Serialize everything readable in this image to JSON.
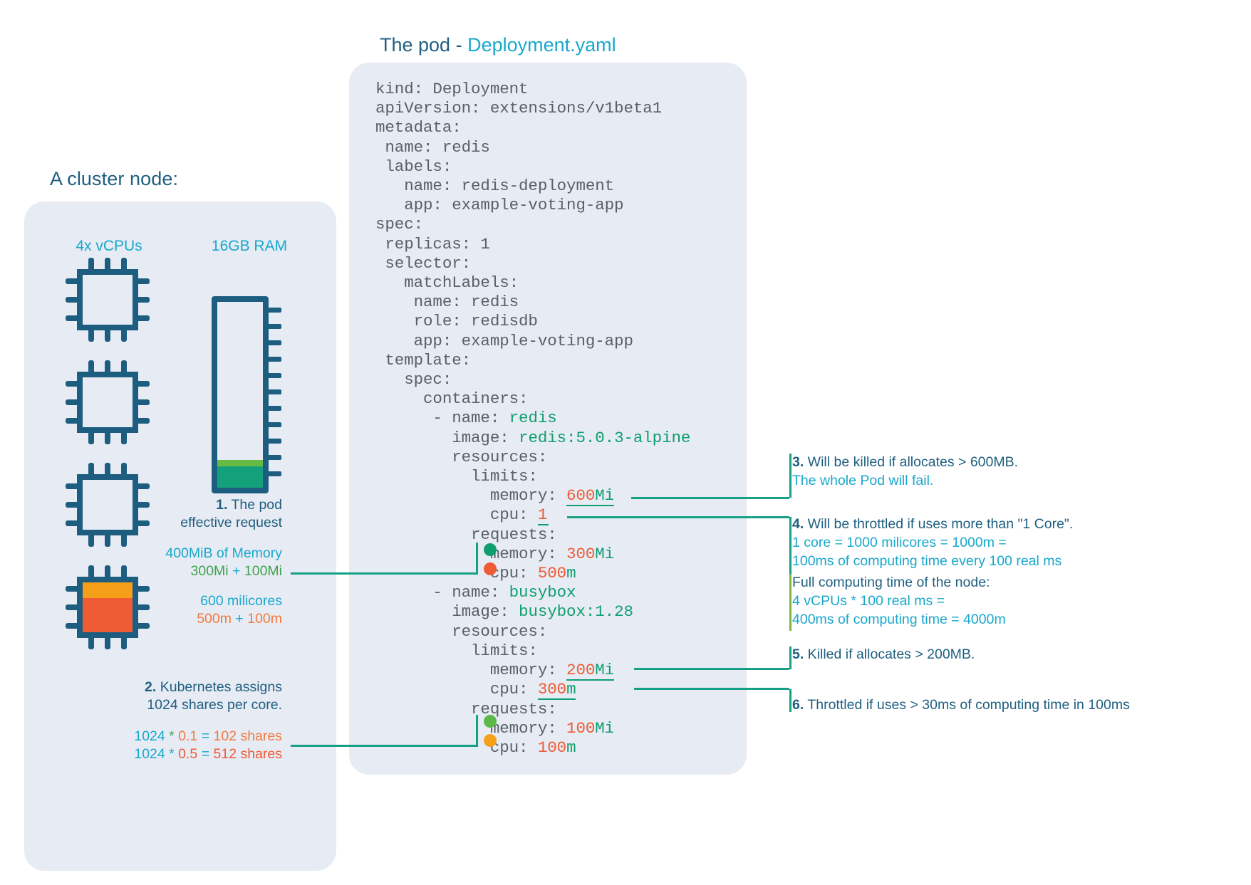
{
  "cluster": {
    "title": "A cluster node:",
    "vcpus_label": "4x vCPUs",
    "ram_label": "16GB RAM"
  },
  "left_annotations": {
    "item1_line1_num": "1.",
    "item1_line1": " The pod",
    "item1_line2": "effective request",
    "item1_mem_total": "400MiB of Memory",
    "item1_mem_a": "300Mi",
    "item1_mem_plus": " + ",
    "item1_mem_b": "100Mi",
    "item1_cpu_total": "600 milicores",
    "item1_cpu_a": "500m",
    "item1_cpu_plus": " + ",
    "item1_cpu_b": "100m",
    "item2_line1_num": "2.",
    "item2_line1": " Kubernetes assigns",
    "item2_line2": "1024 shares per core.",
    "item2_calc1_base": "1024",
    "item2_calc1_op": " * ",
    "item2_calc1_factor": "0.1",
    "item2_calc1_eq": " = ",
    "item2_calc1_result": "102 shares",
    "item2_calc2_base": "1024",
    "item2_calc2_op": " * ",
    "item2_calc2_factor": "0.5",
    "item2_calc2_eq": " = ",
    "item2_calc2_result": "512 shares"
  },
  "yaml": {
    "title_prefix": "The pod - ",
    "title_file": "Deployment.yaml",
    "lines": [
      "kind: Deployment",
      "apiVersion: extensions/v1beta1",
      "metadata:",
      " name: redis",
      " labels:",
      "   name: redis-deployment",
      "   app: example-voting-app",
      "spec:",
      " replicas: 1",
      " selector:",
      "   matchLabels:",
      "    name: redis",
      "    role: redisdb",
      "    app: example-voting-app",
      " template:",
      "   spec:",
      "     containers:",
      "      - name: redis",
      "        image: redis:5.0.3-alpine",
      "        resources:",
      "          limits:",
      "            memory: 600Mi",
      "            cpu: 1",
      "          requests:",
      "            memory: 300Mi",
      "            cpu: 500m",
      "      - name: busybox",
      "        image: busybox:1.28",
      "        resources:",
      "          limits:",
      "            memory: 200Mi",
      "            cpu: 300m",
      "          requests:",
      "            memory: 100Mi",
      "            cpu: 100m"
    ],
    "values": {
      "redis_name": "redis",
      "redis_image": "redis:5.0.3-alpine",
      "redis_limit_memory": "600Mi",
      "redis_limit_cpu": "1",
      "redis_request_memory": "300Mi",
      "redis_request_cpu": "500m",
      "busybox_name": "busybox",
      "busybox_image": "busybox:1.28",
      "busybox_limit_memory": "200Mi",
      "busybox_limit_cpu": "300m",
      "busybox_request_memory": "100Mi",
      "busybox_request_cpu": "100m"
    }
  },
  "right_annotations": {
    "item3_num": "3.",
    "item3_line1": " Will be killed if allocates > 600MB.",
    "item3_line2": "The whole Pod will fail.",
    "item4_num": "4.",
    "item4_line1": " Will be throttled if uses more than \"1 Core\".",
    "item4_line2": "1 core = 1000 milicores = 1000m =",
    "item4_line3": "100ms of computing time every 100 real ms",
    "item4b_line1": "Full computing time of the node:",
    "item4b_line2": "4 vCPUs * 100 real ms =",
    "item4b_line3": "400ms of computing time = 4000m",
    "item5_num": "5.",
    "item5_line1": " Killed if allocates > 200MB.",
    "item6_num": "6.",
    "item6_line1": " Throttled if uses > 30ms of computing time in 100ms"
  },
  "colors": {
    "navy": "#1f5f80",
    "cyan": "#18a8cd",
    "panel": "#e7ebf3",
    "green": "#0f9e70",
    "orange": "#ee5b35",
    "connector": "#16a085",
    "ram_fill": "#14a07b",
    "ram_band": "#67bb45",
    "dot_memory_redis": "#0f9e70",
    "dot_cpu_redis": "#ee5b35",
    "dot_memory_busybox": "#5cb947",
    "dot_cpu_busybox": "#f6a01a"
  }
}
